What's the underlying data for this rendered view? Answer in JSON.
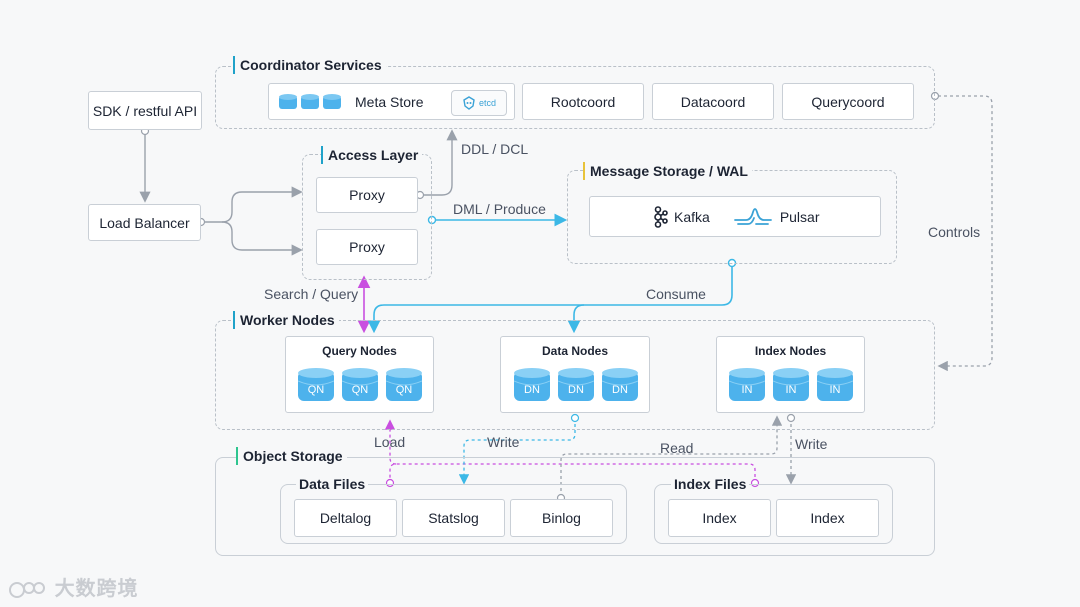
{
  "colors": {
    "coordinator_accent": "#1fa2c9",
    "access_accent": "#1fa2c9",
    "message_accent": "#e8c33a",
    "worker_accent": "#1fa2c9",
    "object_accent": "#2ec58f",
    "cylinder_blue": "#4db2ec",
    "cyan_line": "#3cb8e6",
    "purple_line": "#c94fe0",
    "gray_line": "#9aa1ab"
  },
  "sdk": {
    "label": "SDK / restful API"
  },
  "load_balancer": {
    "label": "Load Balancer"
  },
  "coordinator": {
    "title": "Coordinator Services",
    "meta_store": "Meta Store",
    "etcd_badge": "etcd",
    "rootcoord": "Rootcoord",
    "datacoord": "Datacoord",
    "querycoord": "Querycoord"
  },
  "access_layer": {
    "title": "Access Layer",
    "proxies": [
      "Proxy",
      "Proxy"
    ]
  },
  "message_storage": {
    "title": "Message Storage / WAL",
    "kafka": "Kafka",
    "pulsar": "Pulsar"
  },
  "edge_labels": {
    "ddl_dcl": "DDL / DCL",
    "dml_produce": "DML / Produce",
    "search_query": "Search / Query",
    "consume": "Consume",
    "controls": "Controls",
    "load": "Load",
    "write_data": "Write",
    "read": "Read",
    "write_index": "Write"
  },
  "worker_nodes": {
    "title": "Worker Nodes",
    "query_nodes": {
      "title": "Query Nodes",
      "cells": [
        "QN",
        "QN",
        "QN"
      ]
    },
    "data_nodes": {
      "title": "Data Nodes",
      "cells": [
        "DN",
        "DN",
        "DN"
      ]
    },
    "index_nodes": {
      "title": "Index Nodes",
      "cells": [
        "IN",
        "IN",
        "IN"
      ]
    }
  },
  "object_storage": {
    "title": "Object Storage",
    "data_files": {
      "title": "Data Files",
      "items": [
        "Deltalog",
        "Statslog",
        "Binlog"
      ]
    },
    "index_files": {
      "title": "Index Files",
      "items": [
        "Index",
        "Index"
      ]
    }
  },
  "watermark": "大数跨境"
}
